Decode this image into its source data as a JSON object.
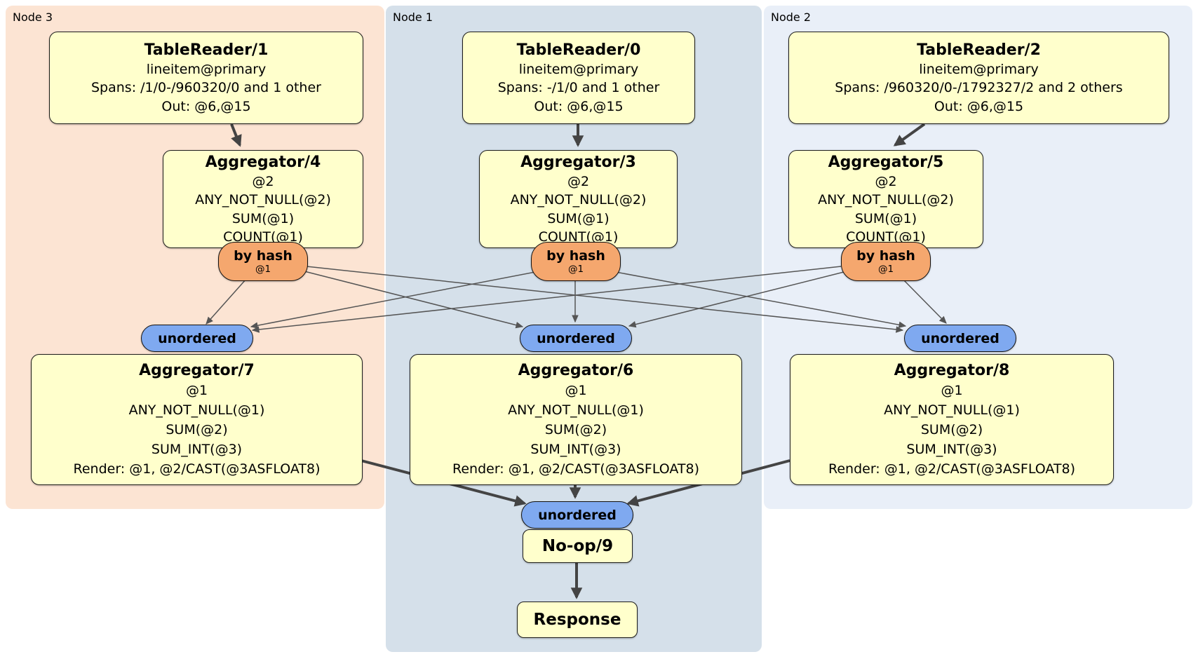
{
  "colors": {
    "node3_region_bg": "#fce4d3",
    "node1_region_bg": "#d5e0ea",
    "node2_region_bg": "#e9eff8",
    "processor_box_fill": "#ffffcc",
    "router_oval_fill": "#f5a76e",
    "sync_oval_fill": "#7fa9f0",
    "edge_thin": "#555555",
    "edge_thick": "#444444",
    "border": "#1c1c1c"
  },
  "nodes": {
    "node3": {
      "label": "Node 3",
      "table_reader": {
        "title": "TableReader/1",
        "lines": [
          "lineitem@primary",
          "Spans: /1/0-/960320/0 and 1 other",
          "Out: @6,@15"
        ]
      },
      "aggregator_top": {
        "title": "Aggregator/4",
        "lines": [
          "@2",
          "ANY_NOT_NULL(@2)",
          "SUM(@1)",
          "COUNT(@1)"
        ]
      },
      "router": {
        "label": "by hash",
        "sublabel": "@1"
      },
      "sync": {
        "label": "unordered"
      },
      "aggregator_bottom": {
        "title": "Aggregator/7",
        "lines": [
          "@1",
          "ANY_NOT_NULL(@1)",
          "SUM(@2)",
          "SUM_INT(@3)",
          "Render: @1, @2/CAST(@3ASFLOAT8)"
        ]
      }
    },
    "node1": {
      "label": "Node 1",
      "table_reader": {
        "title": "TableReader/0",
        "lines": [
          "lineitem@primary",
          "Spans: -/1/0 and 1 other",
          "Out: @6,@15"
        ]
      },
      "aggregator_top": {
        "title": "Aggregator/3",
        "lines": [
          "@2",
          "ANY_NOT_NULL(@2)",
          "SUM(@1)",
          "COUNT(@1)"
        ]
      },
      "router": {
        "label": "by hash",
        "sublabel": "@1"
      },
      "sync": {
        "label": "unordered"
      },
      "aggregator_bottom": {
        "title": "Aggregator/6",
        "lines": [
          "@1",
          "ANY_NOT_NULL(@1)",
          "SUM(@2)",
          "SUM_INT(@3)",
          "Render: @1, @2/CAST(@3ASFLOAT8)"
        ]
      }
    },
    "node2": {
      "label": "Node 2",
      "table_reader": {
        "title": "TableReader/2",
        "lines": [
          "lineitem@primary",
          "Spans: /960320/0-/1792327/2 and 2 others",
          "Out: @6,@15"
        ]
      },
      "aggregator_top": {
        "title": "Aggregator/5",
        "lines": [
          "@2",
          "ANY_NOT_NULL(@2)",
          "SUM(@1)",
          "COUNT(@1)"
        ]
      },
      "router": {
        "label": "by hash",
        "sublabel": "@1"
      },
      "sync": {
        "label": "unordered"
      },
      "aggregator_bottom": {
        "title": "Aggregator/8",
        "lines": [
          "@1",
          "ANY_NOT_NULL(@1)",
          "SUM(@2)",
          "SUM_INT(@3)",
          "Render: @1, @2/CAST(@3ASFLOAT8)"
        ]
      }
    }
  },
  "final": {
    "sync": {
      "label": "unordered"
    },
    "noop": {
      "title": "No-op/9"
    },
    "response": {
      "title": "Response"
    }
  },
  "edges": [
    {
      "from": "TableReader/1",
      "to": "Aggregator/4"
    },
    {
      "from": "TableReader/0",
      "to": "Aggregator/3"
    },
    {
      "from": "TableReader/2",
      "to": "Aggregator/5"
    },
    {
      "from": "by hash (Node 3)",
      "to": "unordered (Node 3)"
    },
    {
      "from": "by hash (Node 3)",
      "to": "unordered (Node 1)"
    },
    {
      "from": "by hash (Node 3)",
      "to": "unordered (Node 2)"
    },
    {
      "from": "by hash (Node 1)",
      "to": "unordered (Node 3)"
    },
    {
      "from": "by hash (Node 1)",
      "to": "unordered (Node 1)"
    },
    {
      "from": "by hash (Node 1)",
      "to": "unordered (Node 2)"
    },
    {
      "from": "by hash (Node 2)",
      "to": "unordered (Node 3)"
    },
    {
      "from": "by hash (Node 2)",
      "to": "unordered (Node 1)"
    },
    {
      "from": "by hash (Node 2)",
      "to": "unordered (Node 2)"
    },
    {
      "from": "Aggregator/7",
      "to": "unordered (final)"
    },
    {
      "from": "Aggregator/6",
      "to": "unordered (final)"
    },
    {
      "from": "Aggregator/8",
      "to": "unordered (final)"
    },
    {
      "from": "No-op/9",
      "to": "Response"
    }
  ]
}
